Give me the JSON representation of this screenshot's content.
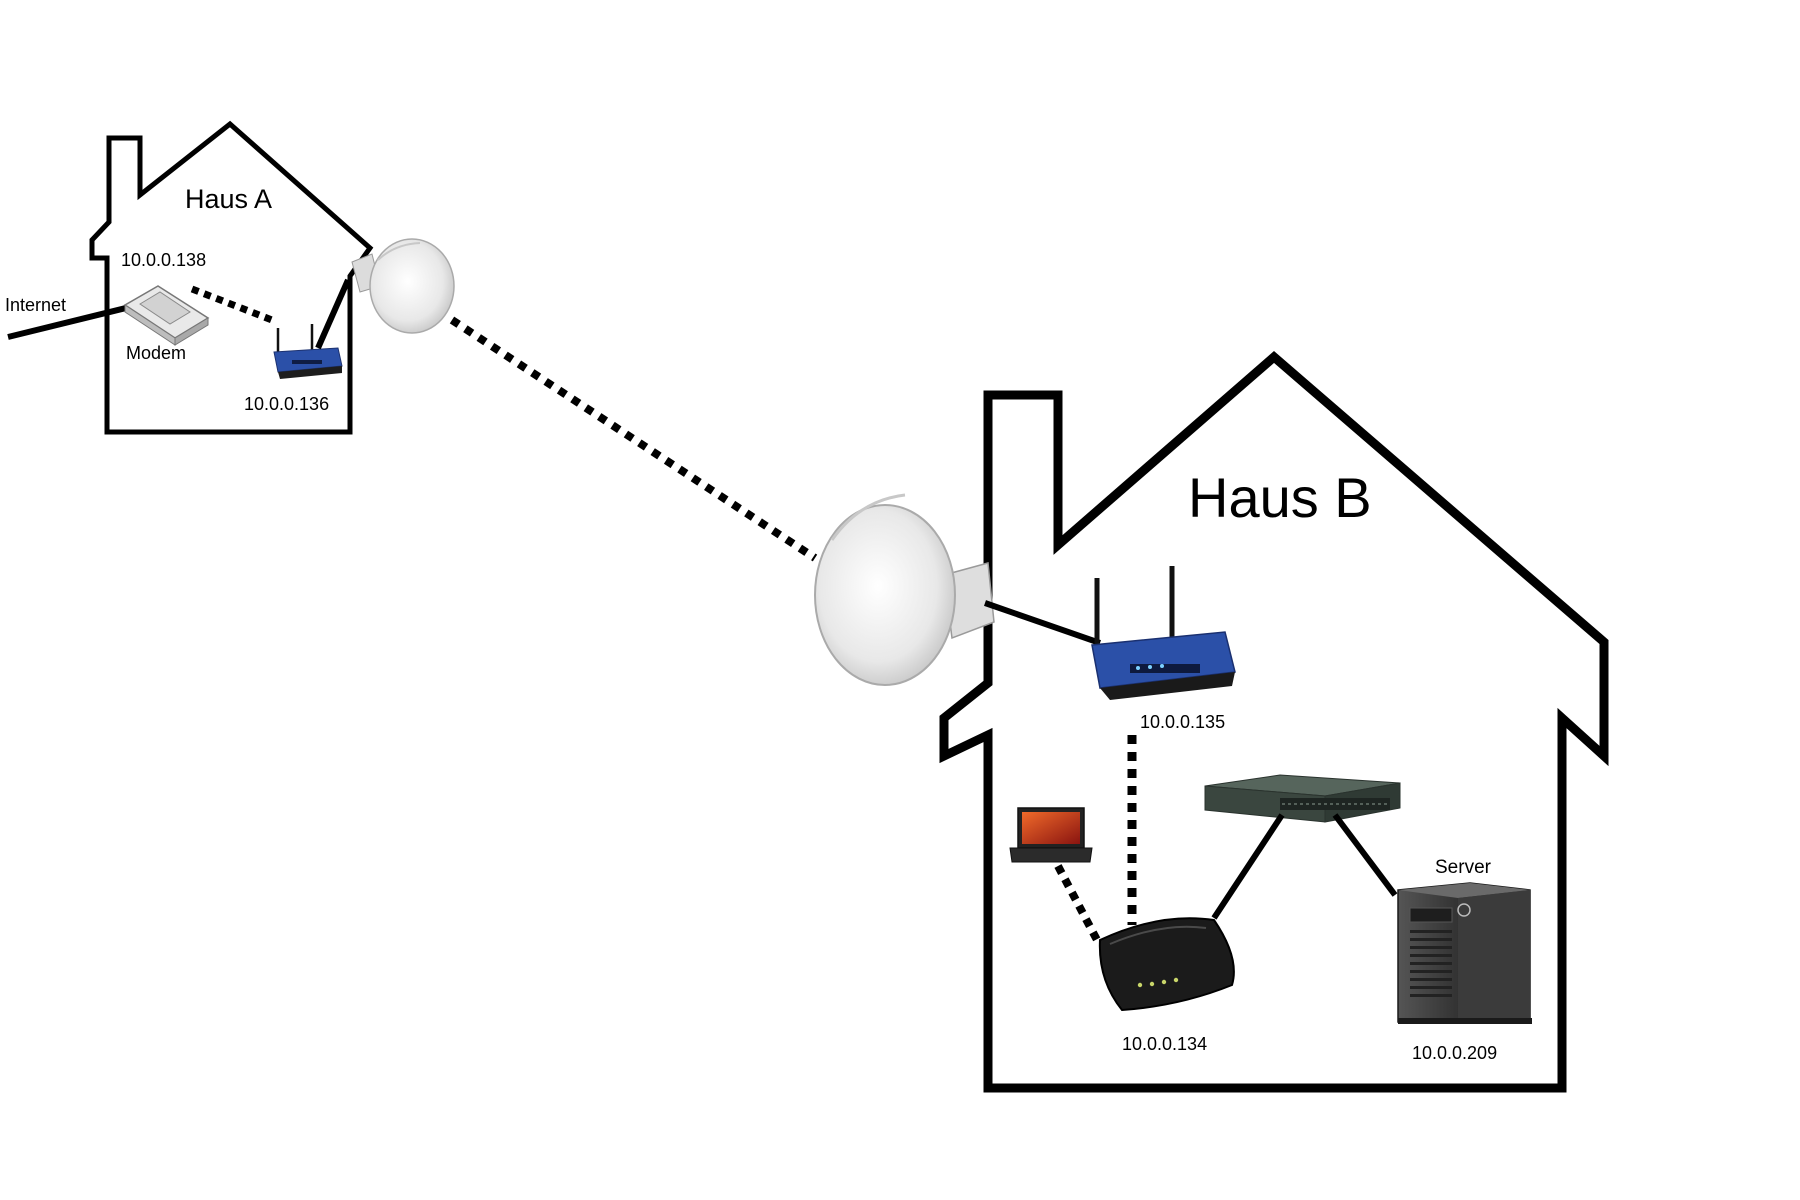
{
  "houses": {
    "a": {
      "label": "Haus A"
    },
    "b": {
      "label": "Haus B"
    }
  },
  "labels": {
    "internet": "Internet",
    "modem": "Modem",
    "modem_ip": "10.0.0.138",
    "router_a_ip": "10.0.0.136",
    "router_b_ip": "10.0.0.135",
    "router_b2_ip": "10.0.0.134",
    "server": "Server",
    "server_ip": "10.0.0.209"
  },
  "colors": {
    "line": "#000000",
    "linksys_blue": "#2b50a8",
    "antenna_white": "#ececec",
    "laptop_screen": "#c8341c",
    "server_body": "#3a3a3a",
    "switch_body": "#3d4a42"
  },
  "icons": {
    "modem": "modem-icon",
    "router": "wifi-router-icon",
    "antenna": "directional-antenna-icon",
    "laptop": "laptop-icon",
    "switch": "network-switch-icon",
    "server": "server-icon"
  }
}
